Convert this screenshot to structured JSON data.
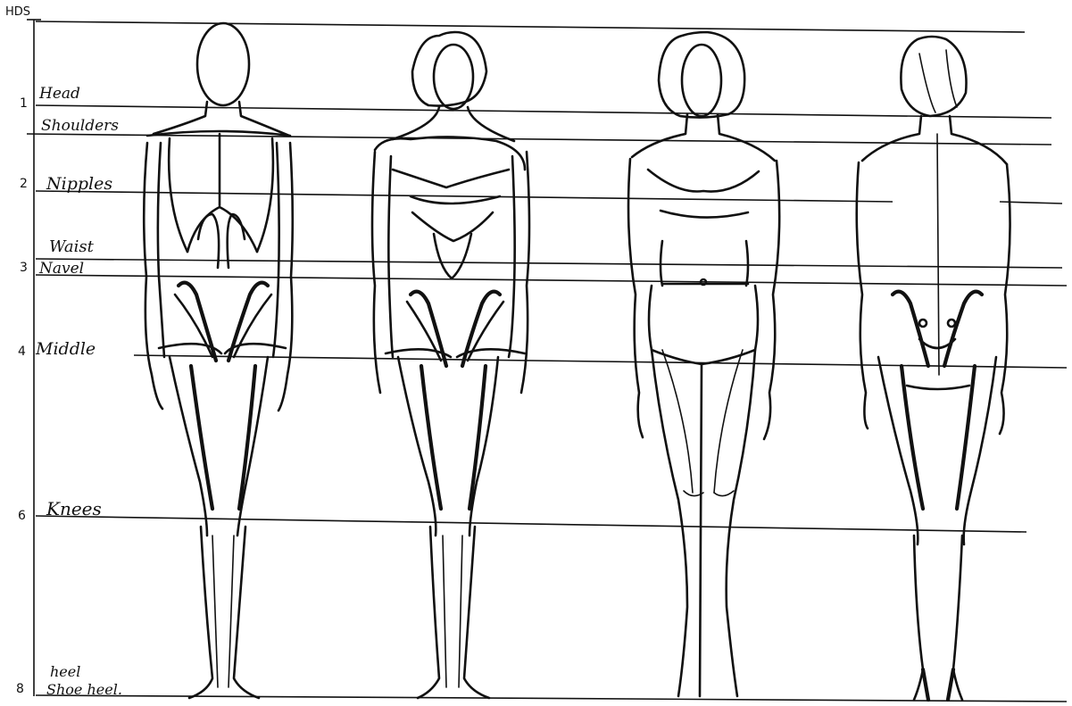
{
  "scale": {
    "unit_label": "HDS",
    "marks": [
      {
        "number": "1",
        "label": "Head"
      },
      {
        "number": "",
        "label": "Shoulders"
      },
      {
        "number": "2",
        "label": "Nipples"
      },
      {
        "number": "",
        "label": "Waist"
      },
      {
        "number": "3",
        "label": "Navel"
      },
      {
        "number": "4",
        "label": "Middle"
      },
      {
        "number": "6",
        "label": "Knees"
      },
      {
        "number": "8",
        "label": "heel"
      }
    ],
    "extra_label": "Shoe heel."
  },
  "figures": [
    {
      "view": "skeleton-front"
    },
    {
      "view": "skeleton-torso-front"
    },
    {
      "view": "female-front"
    },
    {
      "view": "skeleton-back"
    }
  ]
}
